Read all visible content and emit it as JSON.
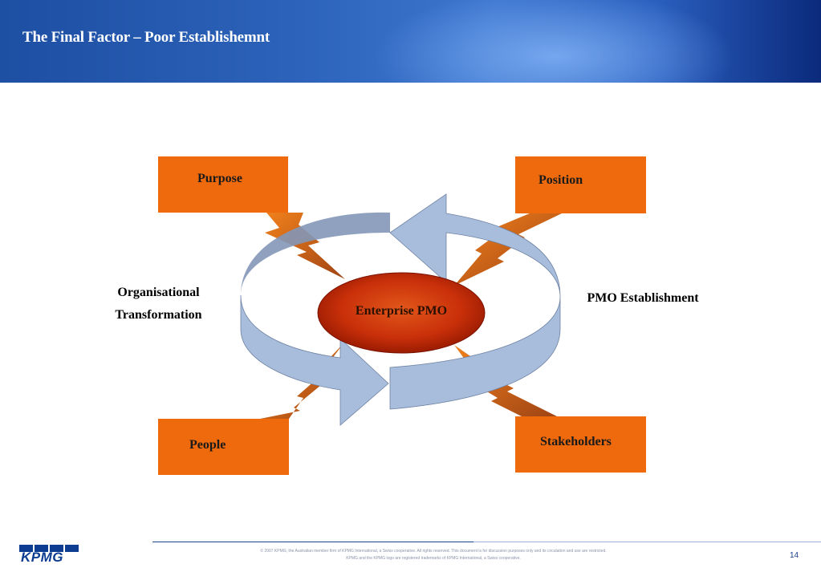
{
  "slide": {
    "title": "The Final Factor – Poor Establishemnt",
    "page_number": "14"
  },
  "diagram": {
    "center": "Enterprise PMO",
    "boxes": {
      "purpose": "Purpose",
      "position": "Position",
      "people": "People",
      "stakeholders": "Stakeholders"
    },
    "left_label": [
      "Organisational",
      "Transformation"
    ],
    "right_label": "PMO Establishment"
  },
  "footer": {
    "copyright_line1": "© 2007 KPMG, the Australian member firm of KPMG International, a Swiss cooperative. All rights reserved. This document is for discussion purposes only and its circulation and use are restricted.",
    "copyright_line2": "KPMG and the KPMG logo are registered trademarks of KPMG International, a Swiss cooperative.",
    "logo_text": "KPMG"
  },
  "colors": {
    "box_orange": "#ee6a0c",
    "arrow_blue": "#98aed3",
    "arrow_blue_dark": "#7e93b3",
    "center_red": "#c32a05",
    "header_blue": "#2c62b9"
  }
}
